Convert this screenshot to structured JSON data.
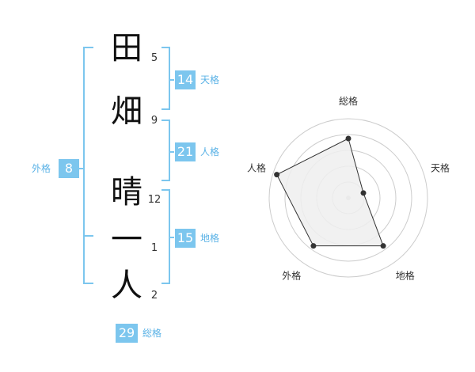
{
  "name": {
    "characters": [
      {
        "char": "田",
        "strokes": "5"
      },
      {
        "char": "畑",
        "strokes": "9"
      },
      {
        "char": "晴",
        "strokes": "12"
      },
      {
        "char": "一",
        "strokes": "1"
      },
      {
        "char": "人",
        "strokes": "2"
      }
    ]
  },
  "kakusu": {
    "tenkaku": {
      "value": "14",
      "label": "天格"
    },
    "jinkaku": {
      "value": "21",
      "label": "人格"
    },
    "chikaku": {
      "value": "15",
      "label": "地格"
    },
    "gaikaku": {
      "value": "8",
      "label": "外格"
    },
    "soukaku": {
      "value": "29",
      "label": "総格"
    }
  },
  "colors": {
    "bracket": "#7cc6ee",
    "badge": "#7cc6ee",
    "label": "#5ab2e6",
    "radar_fill": "#efefef",
    "grid": "#cccccc"
  },
  "chart_data": {
    "type": "radar",
    "axes": [
      "総格",
      "天格",
      "地格",
      "外格",
      "人格"
    ],
    "values": [
      0.75,
      0.2,
      0.75,
      0.75,
      0.95
    ],
    "range": [
      0,
      1
    ],
    "grid_rings": 5
  }
}
